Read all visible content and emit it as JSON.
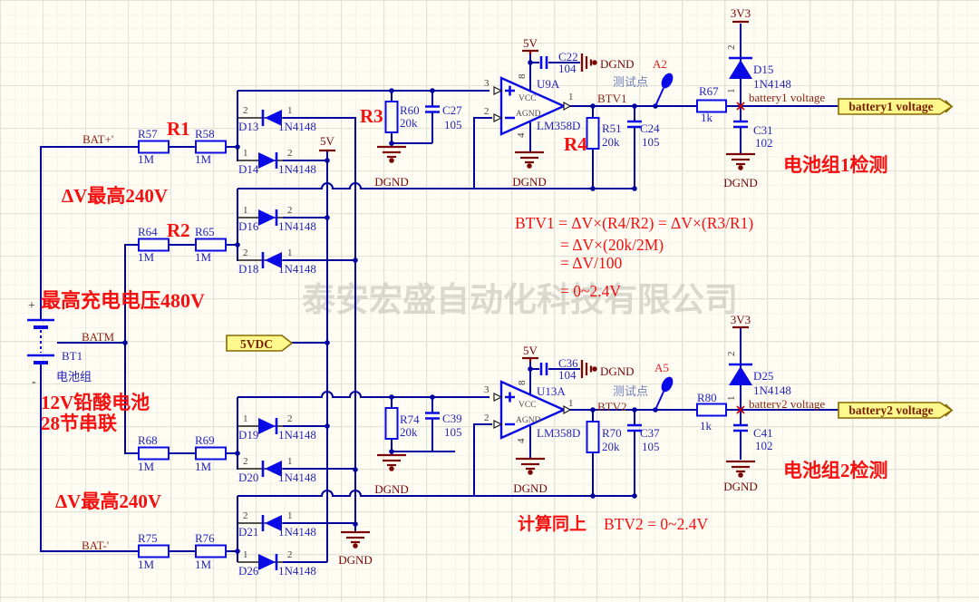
{
  "watermark": "泰安宏盛自动化科技有限公司",
  "nets": {
    "bat_plus": "BAT+'",
    "batm": "BATM",
    "bat_minus": "BAT-'",
    "btv1": "BTV1",
    "btv2": "BTV2",
    "battery1_voltage": "battery1 voltage",
    "battery2_voltage": "battery2 voltage"
  },
  "power": {
    "v5": "5V",
    "v3v3": "3V3",
    "dgnd": "DGND",
    "port_5vdc": "5VDC"
  },
  "ports": {
    "battery1": "battery1 voltage",
    "battery2": "battery2 voltage"
  },
  "testpoints": {
    "a2": "A2",
    "a5": "A5",
    "label": "测试点"
  },
  "opamp": {
    "u9a_ref": "U9A",
    "u13a_ref": "U13A",
    "part": "LM358D",
    "vcc": "VCC",
    "agnd": "AGND",
    "pin_plus": "3",
    "pin_minus": "2",
    "pin_out": "1",
    "pin_v": "8",
    "pin_g": "4"
  },
  "resistors": {
    "r57": {
      "ref": "R57",
      "val": "1M"
    },
    "r58": {
      "ref": "R58",
      "val": "1M"
    },
    "r64": {
      "ref": "R64",
      "val": "1M"
    },
    "r65": {
      "ref": "R65",
      "val": "1M"
    },
    "r68": {
      "ref": "R68",
      "val": "1M"
    },
    "r69": {
      "ref": "R69",
      "val": "1M"
    },
    "r75": {
      "ref": "R75",
      "val": "1M"
    },
    "r76": {
      "ref": "R76",
      "val": "1M"
    },
    "r60": {
      "ref": "R60",
      "val": "20k"
    },
    "r74": {
      "ref": "R74",
      "val": "20k"
    },
    "r51": {
      "ref": "R51",
      "val": "20k"
    },
    "r70": {
      "ref": "R70",
      "val": "20k"
    },
    "r67": {
      "ref": "R67",
      "val": "1k"
    },
    "r80": {
      "ref": "R80",
      "val": "1k"
    }
  },
  "capacitors": {
    "c22": {
      "ref": "C22",
      "val": "104"
    },
    "c36": {
      "ref": "C36",
      "val": "104"
    },
    "c27": {
      "ref": "C27",
      "val": "105"
    },
    "c39": {
      "ref": "C39",
      "val": "105"
    },
    "c24": {
      "ref": "C24",
      "val": "105"
    },
    "c37": {
      "ref": "C37",
      "val": "105"
    },
    "c31": {
      "ref": "C31",
      "val": "102"
    },
    "c41": {
      "ref": "C41",
      "val": "102"
    }
  },
  "diodes": {
    "d13": {
      "ref": "D13",
      "part": "1N4148",
      "pl": "2",
      "pr": "1"
    },
    "d14": {
      "ref": "D14",
      "part": "1N4148",
      "pl": "1",
      "pr": "2"
    },
    "d16": {
      "ref": "D16",
      "part": "1N4148",
      "pl": "1",
      "pr": "2"
    },
    "d18": {
      "ref": "D18",
      "part": "1N4148",
      "pl": "2",
      "pr": "1"
    },
    "d19": {
      "ref": "D19",
      "part": "1N4148",
      "pl": "1",
      "pr": "2"
    },
    "d20": {
      "ref": "D20",
      "part": "1N4148",
      "pl": "2",
      "pr": "1"
    },
    "d21": {
      "ref": "D21",
      "part": "1N4148",
      "pl": "2",
      "pr": "1"
    },
    "d26": {
      "ref": "D26",
      "part": "1N4148",
      "pl": "1",
      "pr": "2"
    },
    "d15": {
      "ref": "D15",
      "part": "1N4148",
      "pt": "2",
      "pb": "1"
    },
    "d25": {
      "ref": "D25",
      "part": "1N4148",
      "pt": "2",
      "pb": "1"
    }
  },
  "battery": {
    "ref": "BT1",
    "name": "电池组",
    "plus": "+",
    "minus": "-"
  },
  "annotations": {
    "r1": "R1",
    "r2": "R2",
    "r3": "R3",
    "r4": "R4",
    "dv_max_top": "ΔV最高240V",
    "max_charge": "最高充电电压480V",
    "batt_line1": "12V铅酸电池",
    "batt_line2": "28节串联",
    "dv_max_bottom": "ΔV最高240V",
    "f1": "BTV1 = ΔV×(R4/R2) = ΔV×(R3/R1)",
    "f2": "= ΔV×(20k/2M)",
    "f3": "= ΔV/100",
    "f4": "= 0~2.4V",
    "calc": "计算同上",
    "btv2_range": "BTV2 = 0~2.4V",
    "detect1": "电池组1检测",
    "detect2": "电池组2检测"
  }
}
